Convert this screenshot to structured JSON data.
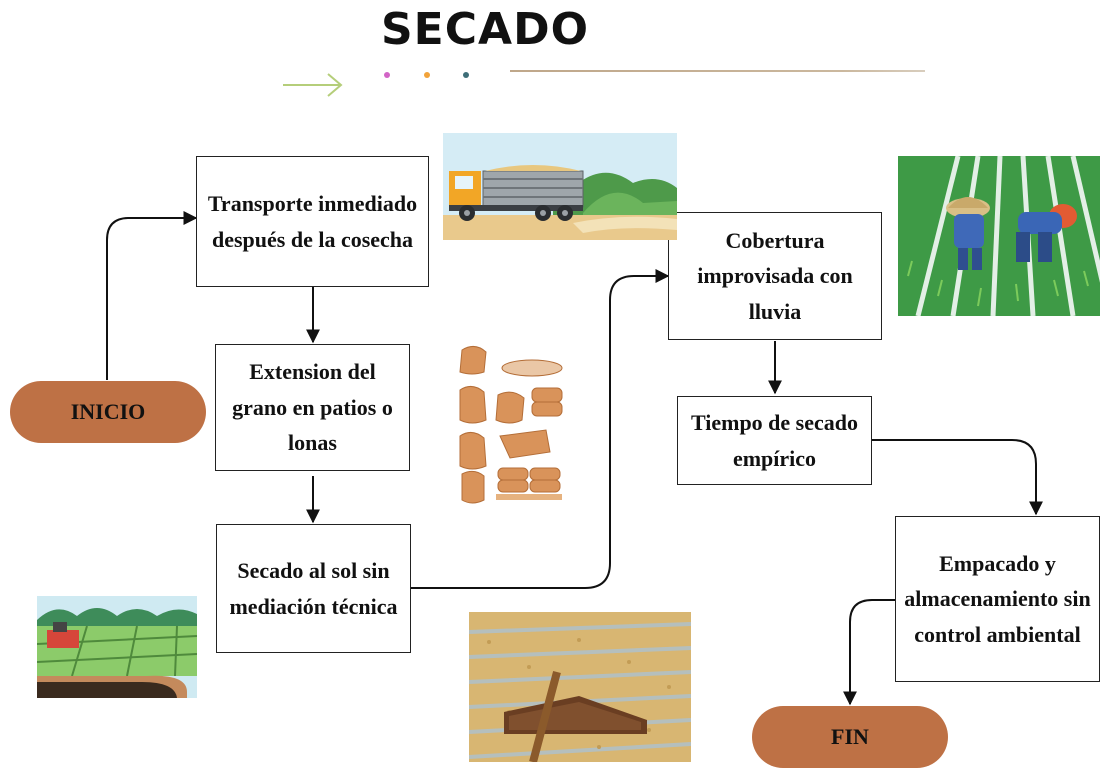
{
  "title": "SECADO",
  "colors": {
    "pill": "#BE7145",
    "dot1": "#D264C6",
    "dot2": "#F2A33A",
    "dot3": "#3E6E78",
    "arrow_deco": "#B5CE7A",
    "line_deco": "#BFA78A"
  },
  "nodes": {
    "start": "INICIO",
    "transport": "Transporte inmediado después de la cosecha",
    "extension": "Extension del grano en patios o lonas",
    "sun_drying": "Secado al sol sin mediación técnica",
    "cover": "Cobertura improvisada con lluvia",
    "time": "Tiempo de secado empírico",
    "packing": "Empacado y almacenamiento sin control ambiental",
    "end": "FIN"
  },
  "illustrations": [
    "truck-illustration",
    "farmers-planting-illustration",
    "grain-sacks-illustration",
    "rice-field-harvester-illustration",
    "grain-drying-rake-illustration"
  ]
}
